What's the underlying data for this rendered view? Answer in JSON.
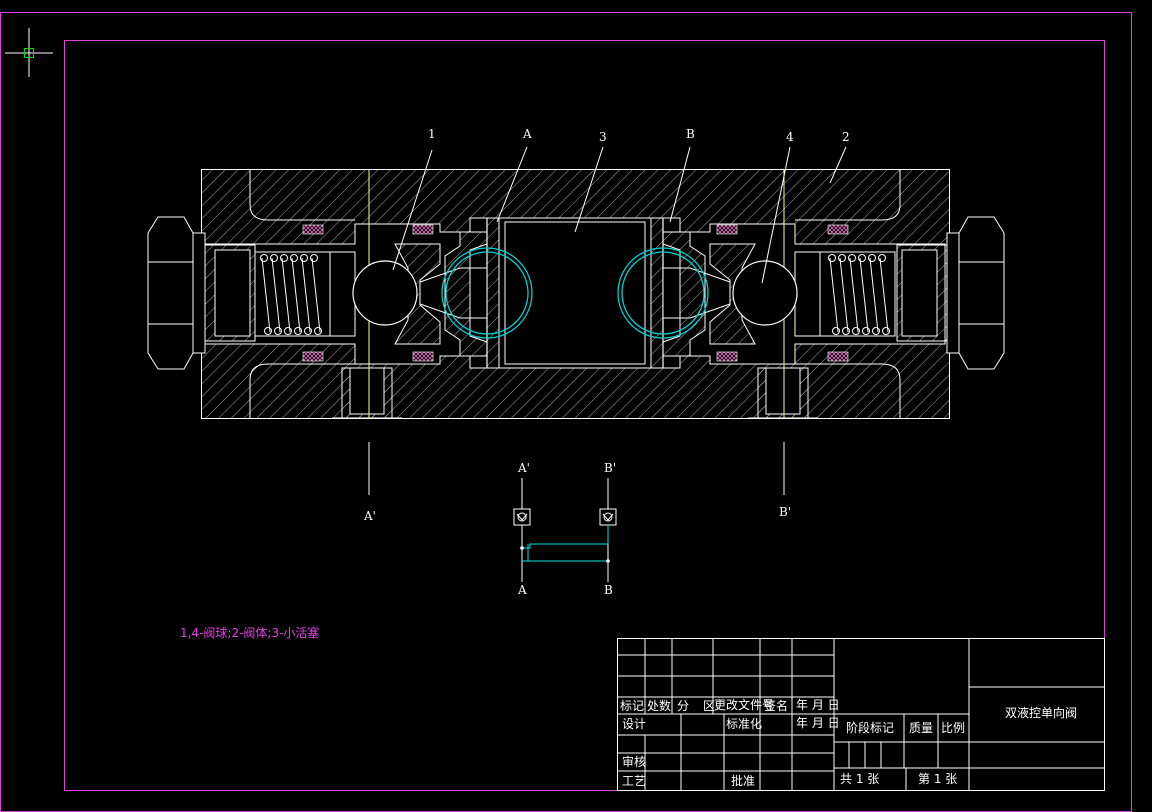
{
  "colors": {
    "background": "#000000",
    "outline": "#ffffff",
    "frame": "#e040e0",
    "hatch": "#d0d0d0",
    "seal": "#e070c0",
    "ball_circle": "#00d0d0",
    "piston_line": "#ffff80",
    "symbol": "#00e0e0"
  },
  "callouts": {
    "c1": "1",
    "cA": "A",
    "c3": "3",
    "cB": "B",
    "c4": "4",
    "c2": "2"
  },
  "section_marks": {
    "a_prime": "A'",
    "b_prime": "B'"
  },
  "symbol_labels": {
    "a_top": "A'",
    "b_top": "B'",
    "a_bottom": "A",
    "b_bottom": "B"
  },
  "note": "1,4-阀球;2-阀体;3-小活塞",
  "title_block": {
    "row_labels": {
      "biaoji": "标记",
      "chushu": "处数",
      "fen": "分",
      "qu": "区",
      "gengai": "更改文件号",
      "qianming": "签名",
      "nianyueri": "年 月 日",
      "sheji": "设计",
      "biaozhunhua": "标准化",
      "nianyueri2": "年 月 日",
      "shenhe": "审核",
      "gongyi": "工艺",
      "pizhun": "批准"
    },
    "stage_mark": "阶段标记",
    "weight": "质量",
    "scale": "比例",
    "sheets_total": "共 1 张",
    "sheet_no": "第 1 张",
    "drawing_title": "双液控单向阀"
  }
}
